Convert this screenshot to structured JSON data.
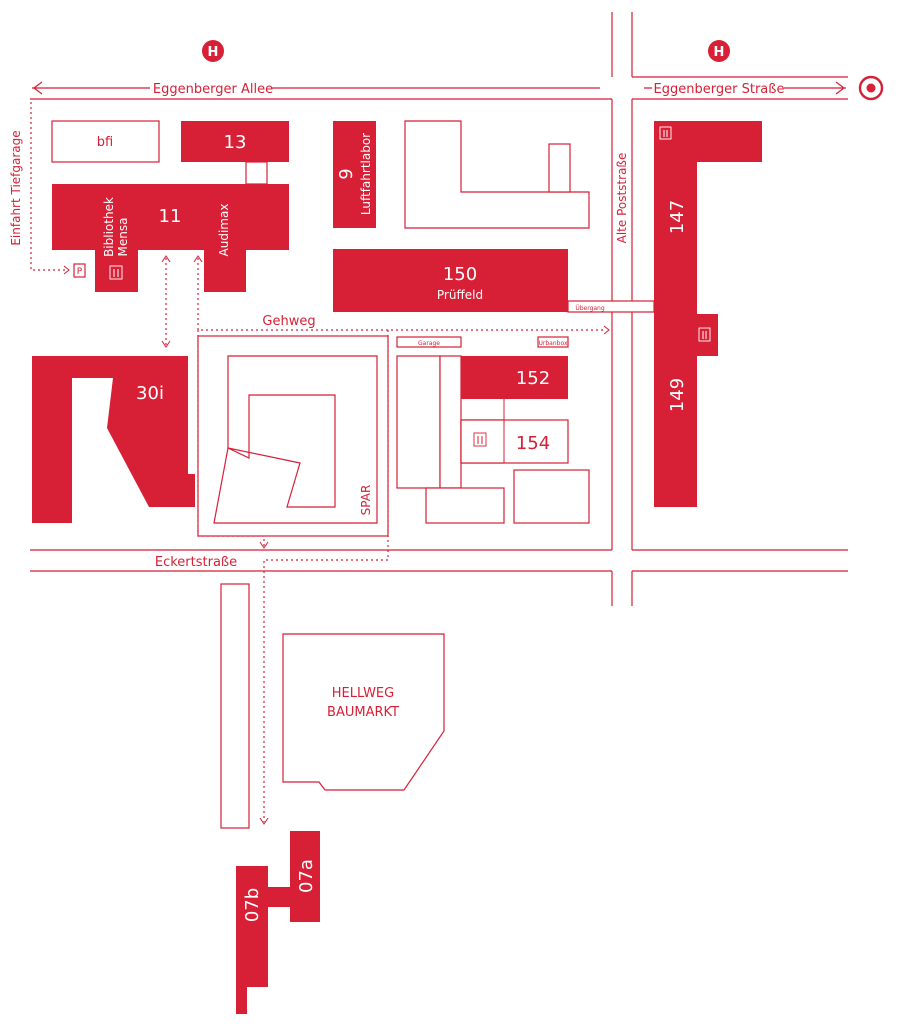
{
  "colors": {
    "accent": "#d71f36",
    "background": "#ffffff"
  },
  "bus_stop_symbol": "H",
  "streets": {
    "eggenberger_allee": "Eggenberger Allee",
    "eggenberger_strasse": "Eggenberger Straße",
    "alte_poststrasse": "Alte Poststraße",
    "eckertstrasse": "Eckertstraße",
    "einfahrt_tiefgarage": "Einfahrt Tiefgarage",
    "gehweg": "Gehweg"
  },
  "buildings": {
    "bfi": "bfi",
    "b13": "13",
    "b11": "11",
    "bibliothek": "Bibliothek",
    "mensa": "Mensa",
    "audimax": "Audimax",
    "b9": "9",
    "luftfahrtlabor": "Luftfahrtlabor",
    "b150": "150",
    "prueffeld": "Prüffeld",
    "uebergang": "Übergang",
    "b147": "147",
    "b149": "149",
    "b30i": "30i",
    "garage": "Garage",
    "urbanbox": "Urbanbox",
    "b152": "152",
    "b154": "154",
    "spar": "SPAR",
    "hellweg_1": "HELLWEG",
    "hellweg_2": "BAUMARKT",
    "b07a": "07a",
    "b07b": "07b"
  },
  "icons": [
    "bus-stop-icon",
    "parking-icon",
    "restaurant-icon",
    "destination-target-icon",
    "arrow-left-icon",
    "arrow-right-icon"
  ]
}
